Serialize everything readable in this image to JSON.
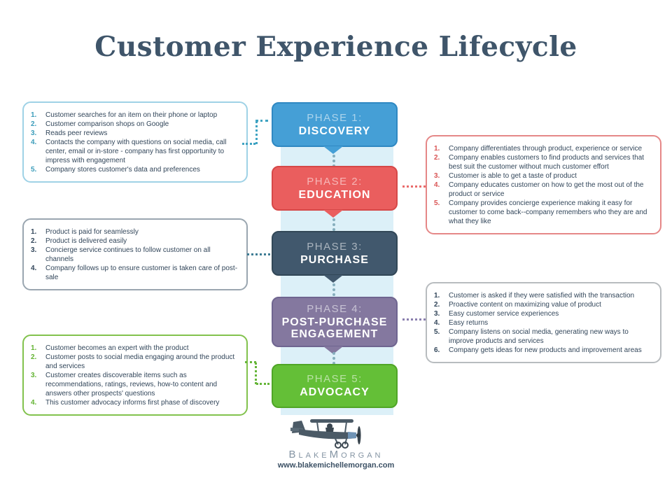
{
  "title": "Customer Experience Lifecycle",
  "colors": {
    "band": "#dcf0f8",
    "title": "#3f556a",
    "body_text": "#32465a",
    "gap_dots": "#86aebd"
  },
  "phases": [
    {
      "label": "PHASE 1:",
      "name": "DISCOVERY",
      "color": "#459fd6",
      "border": "#2f88c2",
      "connector": "#3fa3c2"
    },
    {
      "label": "PHASE 2:",
      "name": "EDUCATION",
      "color": "#ea5e5e",
      "border": "#d64848",
      "connector": "#e96b6b"
    },
    {
      "label": "PHASE 3:",
      "name": "PURCHASE",
      "color": "#41586d",
      "border": "#324757",
      "connector": "#3e7c94"
    },
    {
      "label": "PHASE 4:",
      "name": "POST-PURCHASE ENGAGEMENT",
      "color": "#84789f",
      "border": "#6f6590",
      "connector": "#8a7fae"
    },
    {
      "label": "PHASE 5:",
      "name": "ADVOCACY",
      "color": "#64bf37",
      "border": "#4fa526",
      "connector": "#66b63a"
    }
  ],
  "note_boxes": {
    "discovery": {
      "border": "#9fd2e6",
      "accent": "#3b9cba",
      "items": [
        "Customer searches for an item on their phone or laptop",
        "Customer comparison shops on Google",
        "Reads peer reviews",
        "Contacts the company with questions on social media, call center, email or in-store - company has first opportunity to impress with engagement",
        "Company stores customer's data and preferences"
      ]
    },
    "education": {
      "border": "#e58787",
      "accent": "#d95454",
      "items": [
        "Company differentiates through product, experience or service",
        "Company enables customers to find products and services that best suit the customer without much customer effort",
        "Customer is able to get a taste of product",
        "Company educates customer on how to get the most out of the product or service",
        "Company provides concierge experience making it easy for customer to come back--company remembers who they are and what they like"
      ]
    },
    "purchase": {
      "border": "#9aa6b0",
      "accent": "#32465a",
      "items": [
        "Product is paid for seamlessly",
        "Product is delivered easily",
        "Concierge service continues to follow customer on all channels",
        "Company follows up to ensure customer is taken care of post-sale"
      ]
    },
    "post_purchase": {
      "border": "#b8bcbf",
      "accent": "#32465a",
      "items": [
        "Customer is asked if they were satisfied with the transaction",
        "Proactive content on maximizing value of product",
        "Easy customer service experiences",
        "Easy returns",
        "Company listens on social media, generating new ways to improve products and services",
        "Company gets ideas for new products and improvement areas"
      ]
    },
    "advocacy": {
      "border": "#82c24d",
      "accent": "#63b332",
      "items": [
        "Customer becomes an expert with the product",
        "Customer posts to social media engaging around the product and services",
        "Customer creates discoverable items such as recommendations, ratings, reviews, how-to content and answers other prospects' questions",
        "This customer advocacy informs first phase of discovery"
      ]
    }
  },
  "footer": {
    "brand": "BlakeMorgan",
    "url": "www.blakemichellemorgan.com"
  }
}
